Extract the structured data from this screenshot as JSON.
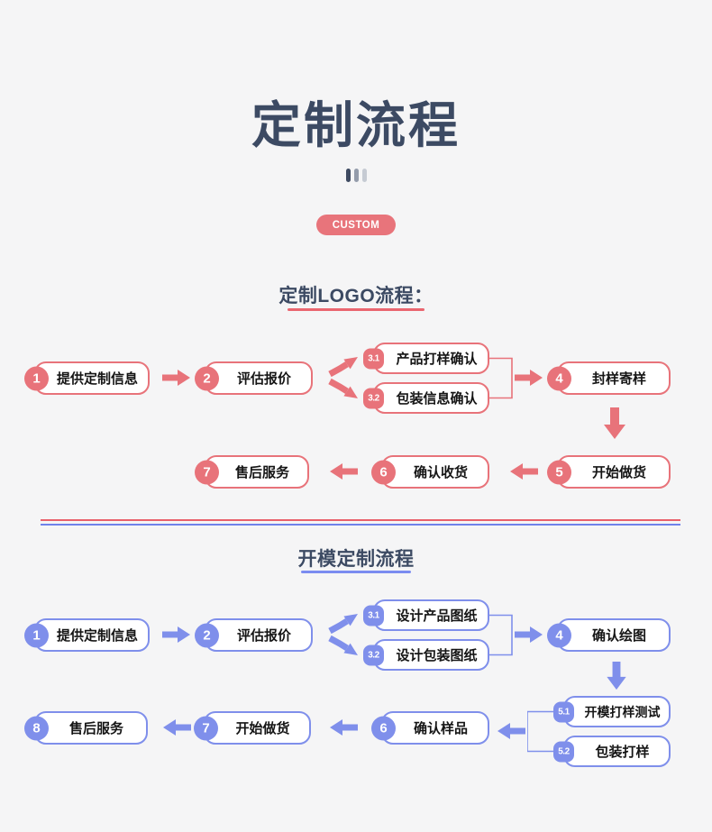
{
  "page": {
    "title": "定制流程",
    "badge": "CUSTOM"
  },
  "colors": {
    "accent_red": "#E8737A",
    "accent_blue": "#7F8FEB",
    "heading_text": "#3C4A63",
    "background": "#F5F5F6"
  },
  "flow_logo": {
    "heading": "定制LOGO流程：",
    "steps": {
      "s1": {
        "num": "1",
        "label": "提供定制信息"
      },
      "s2": {
        "num": "2",
        "label": "评估报价"
      },
      "s31": {
        "num": "3.1",
        "label": "产品打样确认"
      },
      "s32": {
        "num": "3.2",
        "label": "包装信息确认"
      },
      "s4": {
        "num": "4",
        "label": "封样寄样"
      },
      "s5": {
        "num": "5",
        "label": "开始做货"
      },
      "s6": {
        "num": "6",
        "label": "确认收货"
      },
      "s7": {
        "num": "7",
        "label": "售后服务"
      }
    }
  },
  "flow_mold": {
    "heading": "开模定制流程",
    "steps": {
      "s1": {
        "num": "1",
        "label": "提供定制信息"
      },
      "s2": {
        "num": "2",
        "label": "评估报价"
      },
      "s31": {
        "num": "3.1",
        "label": "设计产品图纸"
      },
      "s32": {
        "num": "3.2",
        "label": "设计包装图纸"
      },
      "s4": {
        "num": "4",
        "label": "确认绘图"
      },
      "s51": {
        "num": "5.1",
        "label": "开模打样测试"
      },
      "s52": {
        "num": "5.2",
        "label": "包装打样"
      },
      "s6": {
        "num": "6",
        "label": "确认样品"
      },
      "s7": {
        "num": "7",
        "label": "开始做货"
      },
      "s8": {
        "num": "8",
        "label": "售后服务"
      }
    }
  }
}
